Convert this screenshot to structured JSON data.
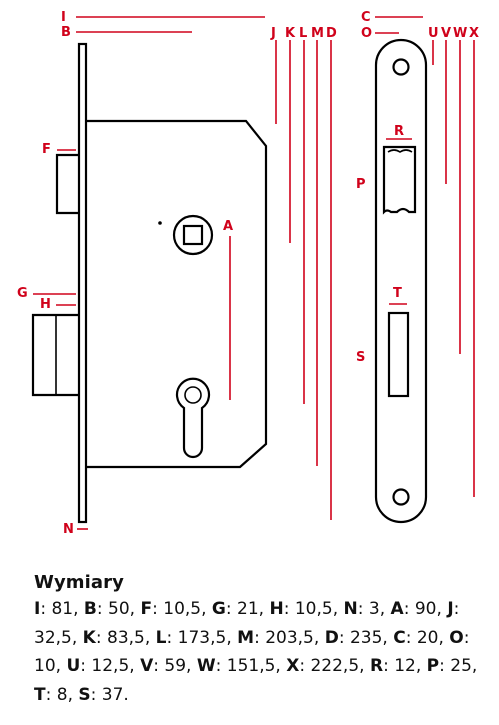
{
  "labels": {
    "I": "I",
    "B": "B",
    "F": "F",
    "G": "G",
    "H": "H",
    "N": "N",
    "A": "A",
    "J": "J",
    "K": "K",
    "L": "L",
    "M": "M",
    "D": "D",
    "C": "C",
    "O": "O",
    "U": "U",
    "V": "V",
    "W": "W",
    "X": "X",
    "R": "R",
    "P": "P",
    "T": "T",
    "S": "S"
  },
  "dims_section": {
    "heading": "Wymiary",
    "items": [
      {
        "key": "I",
        "value": "81"
      },
      {
        "key": "B",
        "value": "50"
      },
      {
        "key": "F",
        "value": "10,5"
      },
      {
        "key": "G",
        "value": "21"
      },
      {
        "key": "H",
        "value": "10,5"
      },
      {
        "key": "N",
        "value": "3"
      },
      {
        "key": "A",
        "value": "90"
      },
      {
        "key": "J",
        "value": "32,5"
      },
      {
        "key": "K",
        "value": "83,5"
      },
      {
        "key": "L",
        "value": "173,5"
      },
      {
        "key": "M",
        "value": "203,5"
      },
      {
        "key": "D",
        "value": "235"
      },
      {
        "key": "C",
        "value": "20"
      },
      {
        "key": "O",
        "value": "10"
      },
      {
        "key": "U",
        "value": "12,5"
      },
      {
        "key": "V",
        "value": "59"
      },
      {
        "key": "W",
        "value": "151,5"
      },
      {
        "key": "X",
        "value": "222,5"
      },
      {
        "key": "R",
        "value": "12"
      },
      {
        "key": "P",
        "value": "25"
      },
      {
        "key": "T",
        "value": "8"
      },
      {
        "key": "S",
        "value": "37"
      }
    ]
  },
  "colors": {
    "dimension": "#d0021b",
    "outline": "#000000",
    "text": "#111111"
  }
}
